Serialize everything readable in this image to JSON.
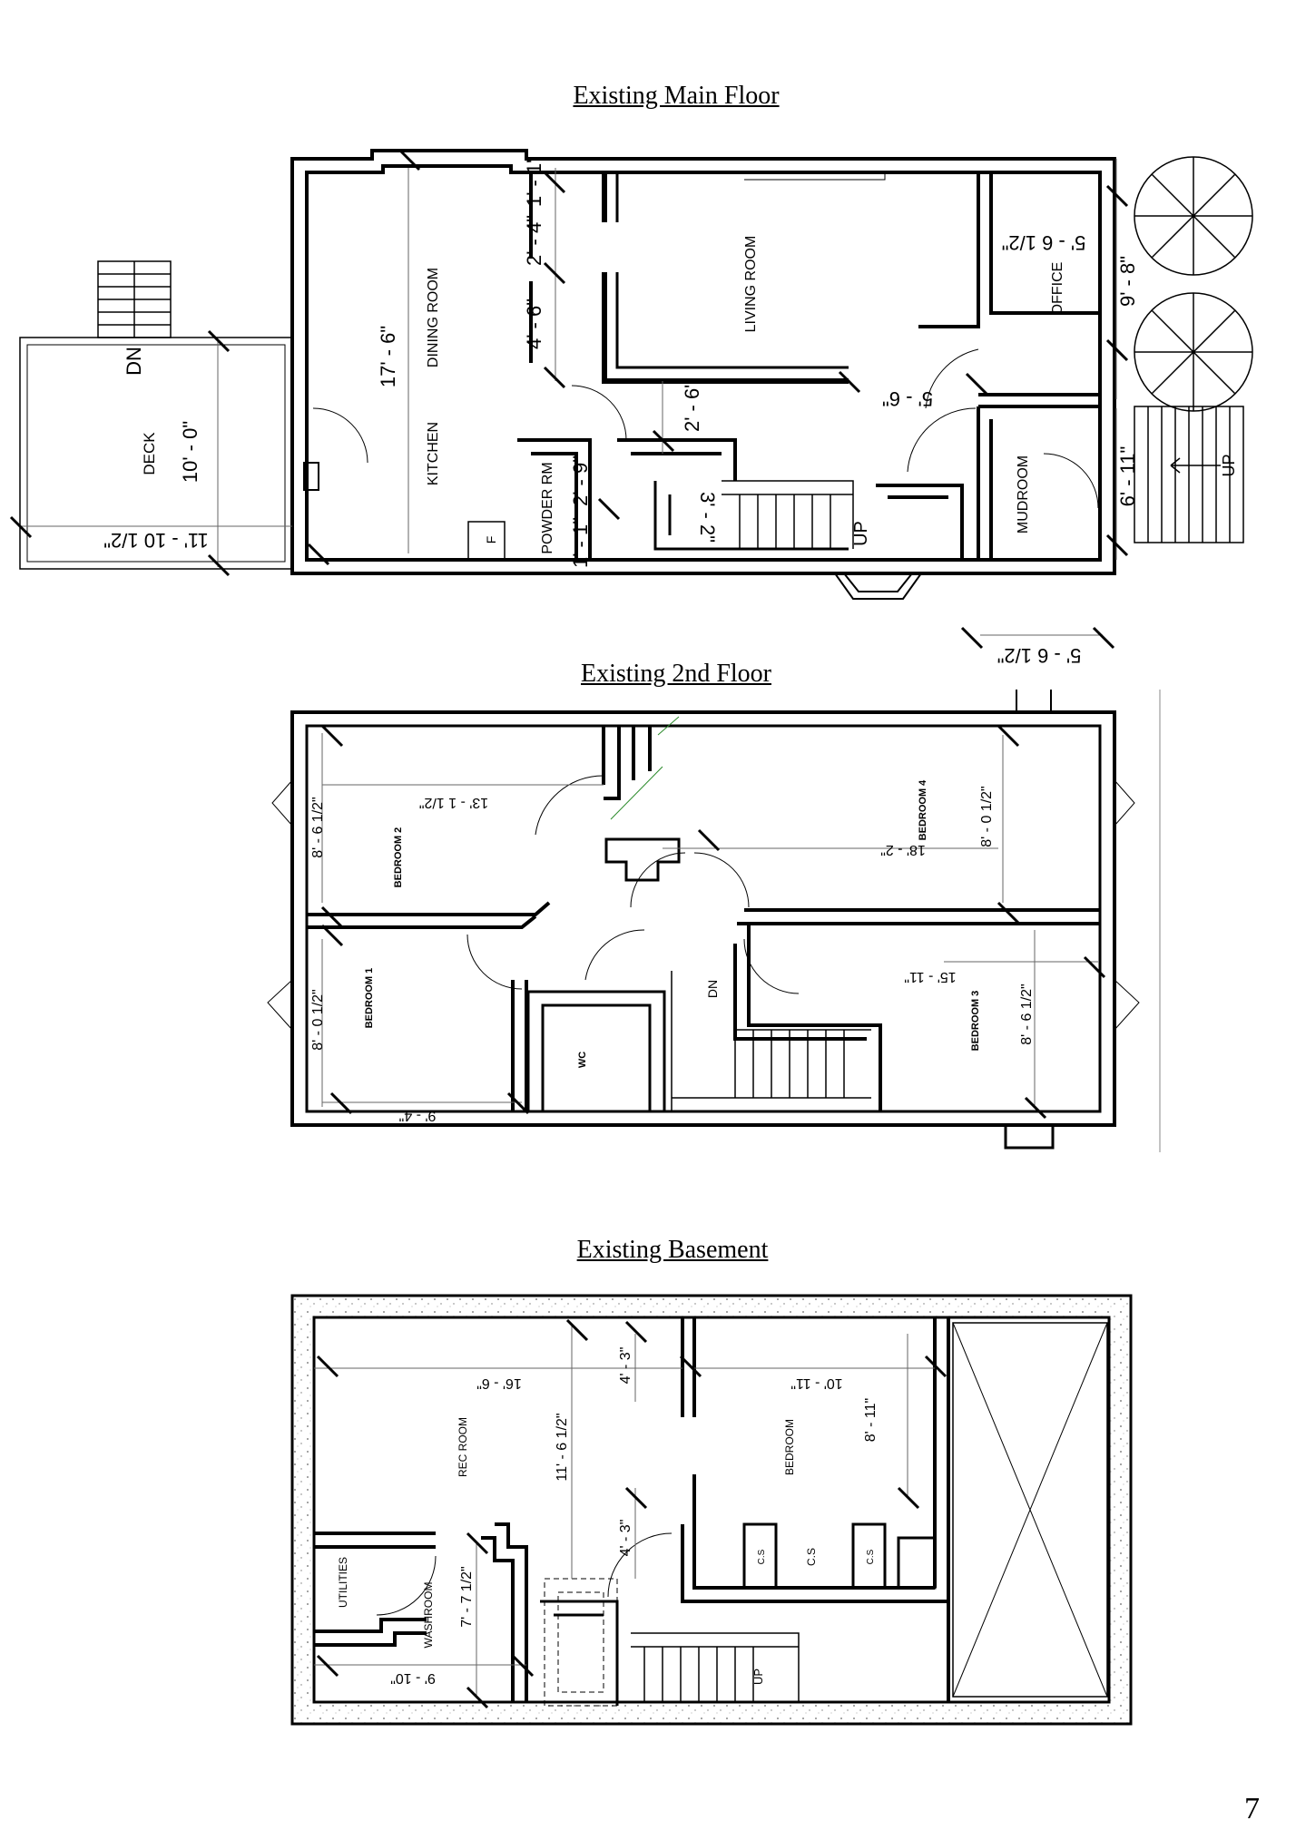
{
  "page_number": "7",
  "plans": [
    {
      "title": "Existing Main Floor",
      "rooms": [
        "DINING ROOM",
        "KITCHEN",
        "LIVING ROOM",
        "OFFICE",
        "MUDROOM",
        "POWDER RM",
        "DECK"
      ],
      "fixture_labels": [
        "F",
        "DN",
        "UP",
        "UP"
      ],
      "dimensions": [
        "17' - 6\"",
        "4' - 6\"",
        "2' - 4\"",
        "1' - 1\"",
        "5' - 6 1/2\"",
        "9' - 8\"",
        "5' - 6\"",
        "2' - 6\"",
        "2' - 9\"",
        "1' - 1\"",
        "3' - 2\"",
        "6' - 11\"",
        "5' - 6 1/2\"",
        "10' - 0\"",
        "11' - 10 1/2\""
      ]
    },
    {
      "title": "Existing 2nd Floor",
      "rooms": [
        "BEDROOM 2",
        "BEDROOM 4",
        "BEDROOM 1",
        "WC",
        "BEDROOM 3"
      ],
      "fixture_labels": [
        "DN"
      ],
      "dimensions": [
        "13' - 1 1/2\"",
        "8' - 6 1/2\"",
        "18' - 2\"",
        "8' - 0 1/2\"",
        "15' - 11\"",
        "8' - 6 1/2\"",
        "8' - 0 1/2\"",
        "9' - 4\""
      ]
    },
    {
      "title": "Existing Basement",
      "rooms": [
        "REC ROOM",
        "BEDROOM",
        "UTILITIES",
        "WASHROOM"
      ],
      "fixture_labels": [
        "C.S",
        "C.S",
        "C.S",
        "UP"
      ],
      "dimensions": [
        "16' - 6\"",
        "4' - 3\"",
        "10' - 11\"",
        "11' - 6 1/2\"",
        "8' - 11\"",
        "4' - 3\"",
        "7' - 7 1/2\"",
        "9' - 10\""
      ]
    }
  ]
}
